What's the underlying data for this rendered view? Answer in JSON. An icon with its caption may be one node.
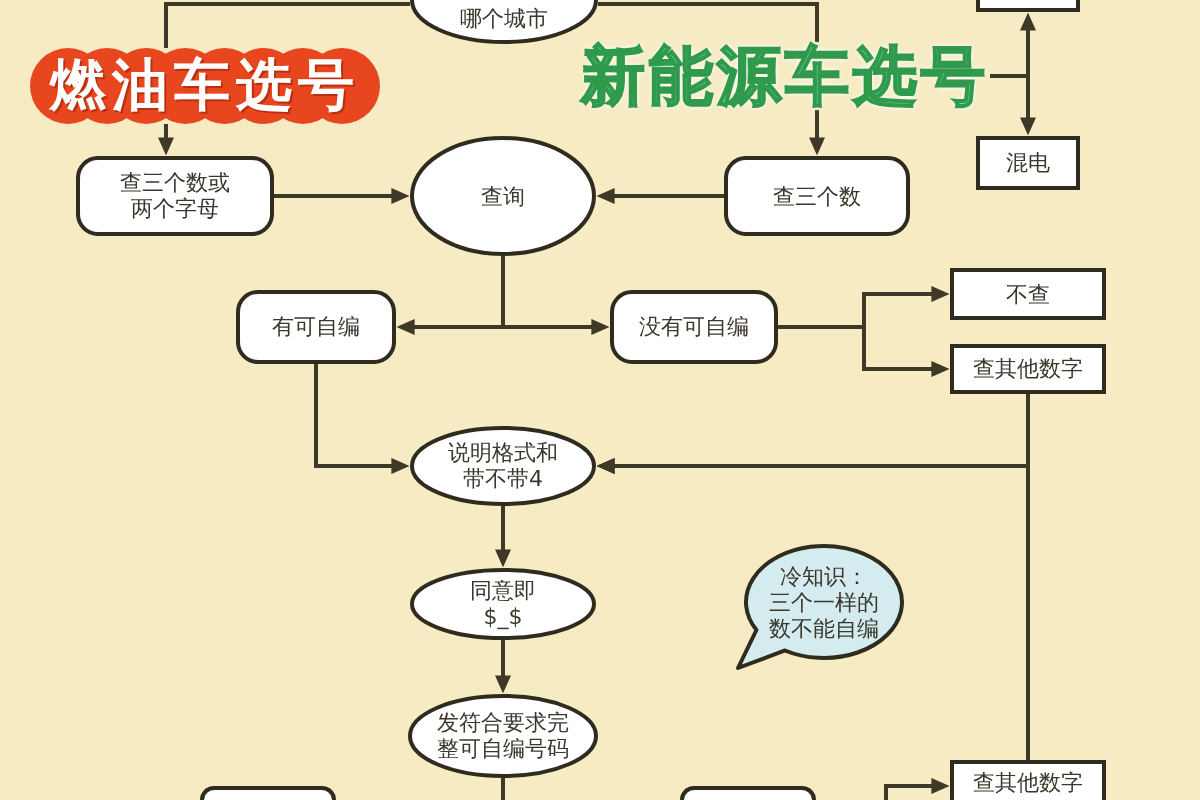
{
  "diagram": {
    "nodes": [
      {
        "text": [
          "哪个城市"
        ]
      },
      {
        "text": [
          "燃油车选号"
        ]
      },
      {
        "text": [
          "新能源车选号"
        ]
      },
      {
        "text": [],
        "shape": "box"
      },
      {
        "text": [
          "混电"
        ]
      },
      {
        "text": [
          "查三个数或两个字母"
        ]
      },
      {
        "text": [
          "查询"
        ]
      },
      {
        "text": [
          "查三个数"
        ]
      },
      {
        "text": [
          "有可自编"
        ]
      },
      {
        "text": [
          "没有可自编"
        ]
      },
      {
        "text": [
          "不查"
        ]
      },
      {
        "text": [
          "查其他数字"
        ]
      },
      {
        "text": [
          "说明格式和带不带4"
        ]
      },
      {
        "text": [
          "同意即 $_$"
        ]
      },
      {
        "text": [
          "发符合要求完整可自编号码"
        ]
      },
      {
        "text": [
          "冷知识：",
          "三个一样的数不能自编"
        ]
      },
      {
        "text": [
          "查其他数字"
        ]
      },
      {
        "text": [],
        "shape": "box"
      },
      {
        "text": [],
        "shape": "box"
      }
    ],
    "edges": [
      {
        "from": 0,
        "to": 1,
        "arrow": "none"
      },
      {
        "from": 1,
        "to": 5,
        "arrow": "to"
      },
      {
        "from": 0,
        "to": 2,
        "arrow": "none"
      },
      {
        "from": 2,
        "to": 7,
        "arrow": "to"
      },
      {
        "from": 2,
        "to": 3,
        "arrow": "to"
      },
      {
        "from": 2,
        "to": 4,
        "arrow": "to"
      },
      {
        "from": 5,
        "to": 6,
        "arrow": "to"
      },
      {
        "from": 7,
        "to": 6,
        "arrow": "to"
      },
      {
        "from": 6,
        "to": 8,
        "arrow": "to"
      },
      {
        "from": 6,
        "to": 9,
        "arrow": "to"
      },
      {
        "from": 9,
        "to": 10,
        "arrow": "to"
      },
      {
        "from": 9,
        "to": 11,
        "arrow": "to"
      },
      {
        "from": 8,
        "to": 12,
        "arrow": "to"
      },
      {
        "from": 11,
        "to": 12,
        "arrow": "to"
      },
      {
        "from": 16,
        "to": 12,
        "arrow": "to"
      },
      {
        "from": 12,
        "to": 13,
        "arrow": "to"
      },
      {
        "from": 13,
        "to": 14,
        "arrow": "to"
      },
      {
        "from": 14,
        "to": null,
        "arrow": "none"
      },
      {
        "from": null,
        "to": 16,
        "arrow": "to"
      }
    ]
  }
}
